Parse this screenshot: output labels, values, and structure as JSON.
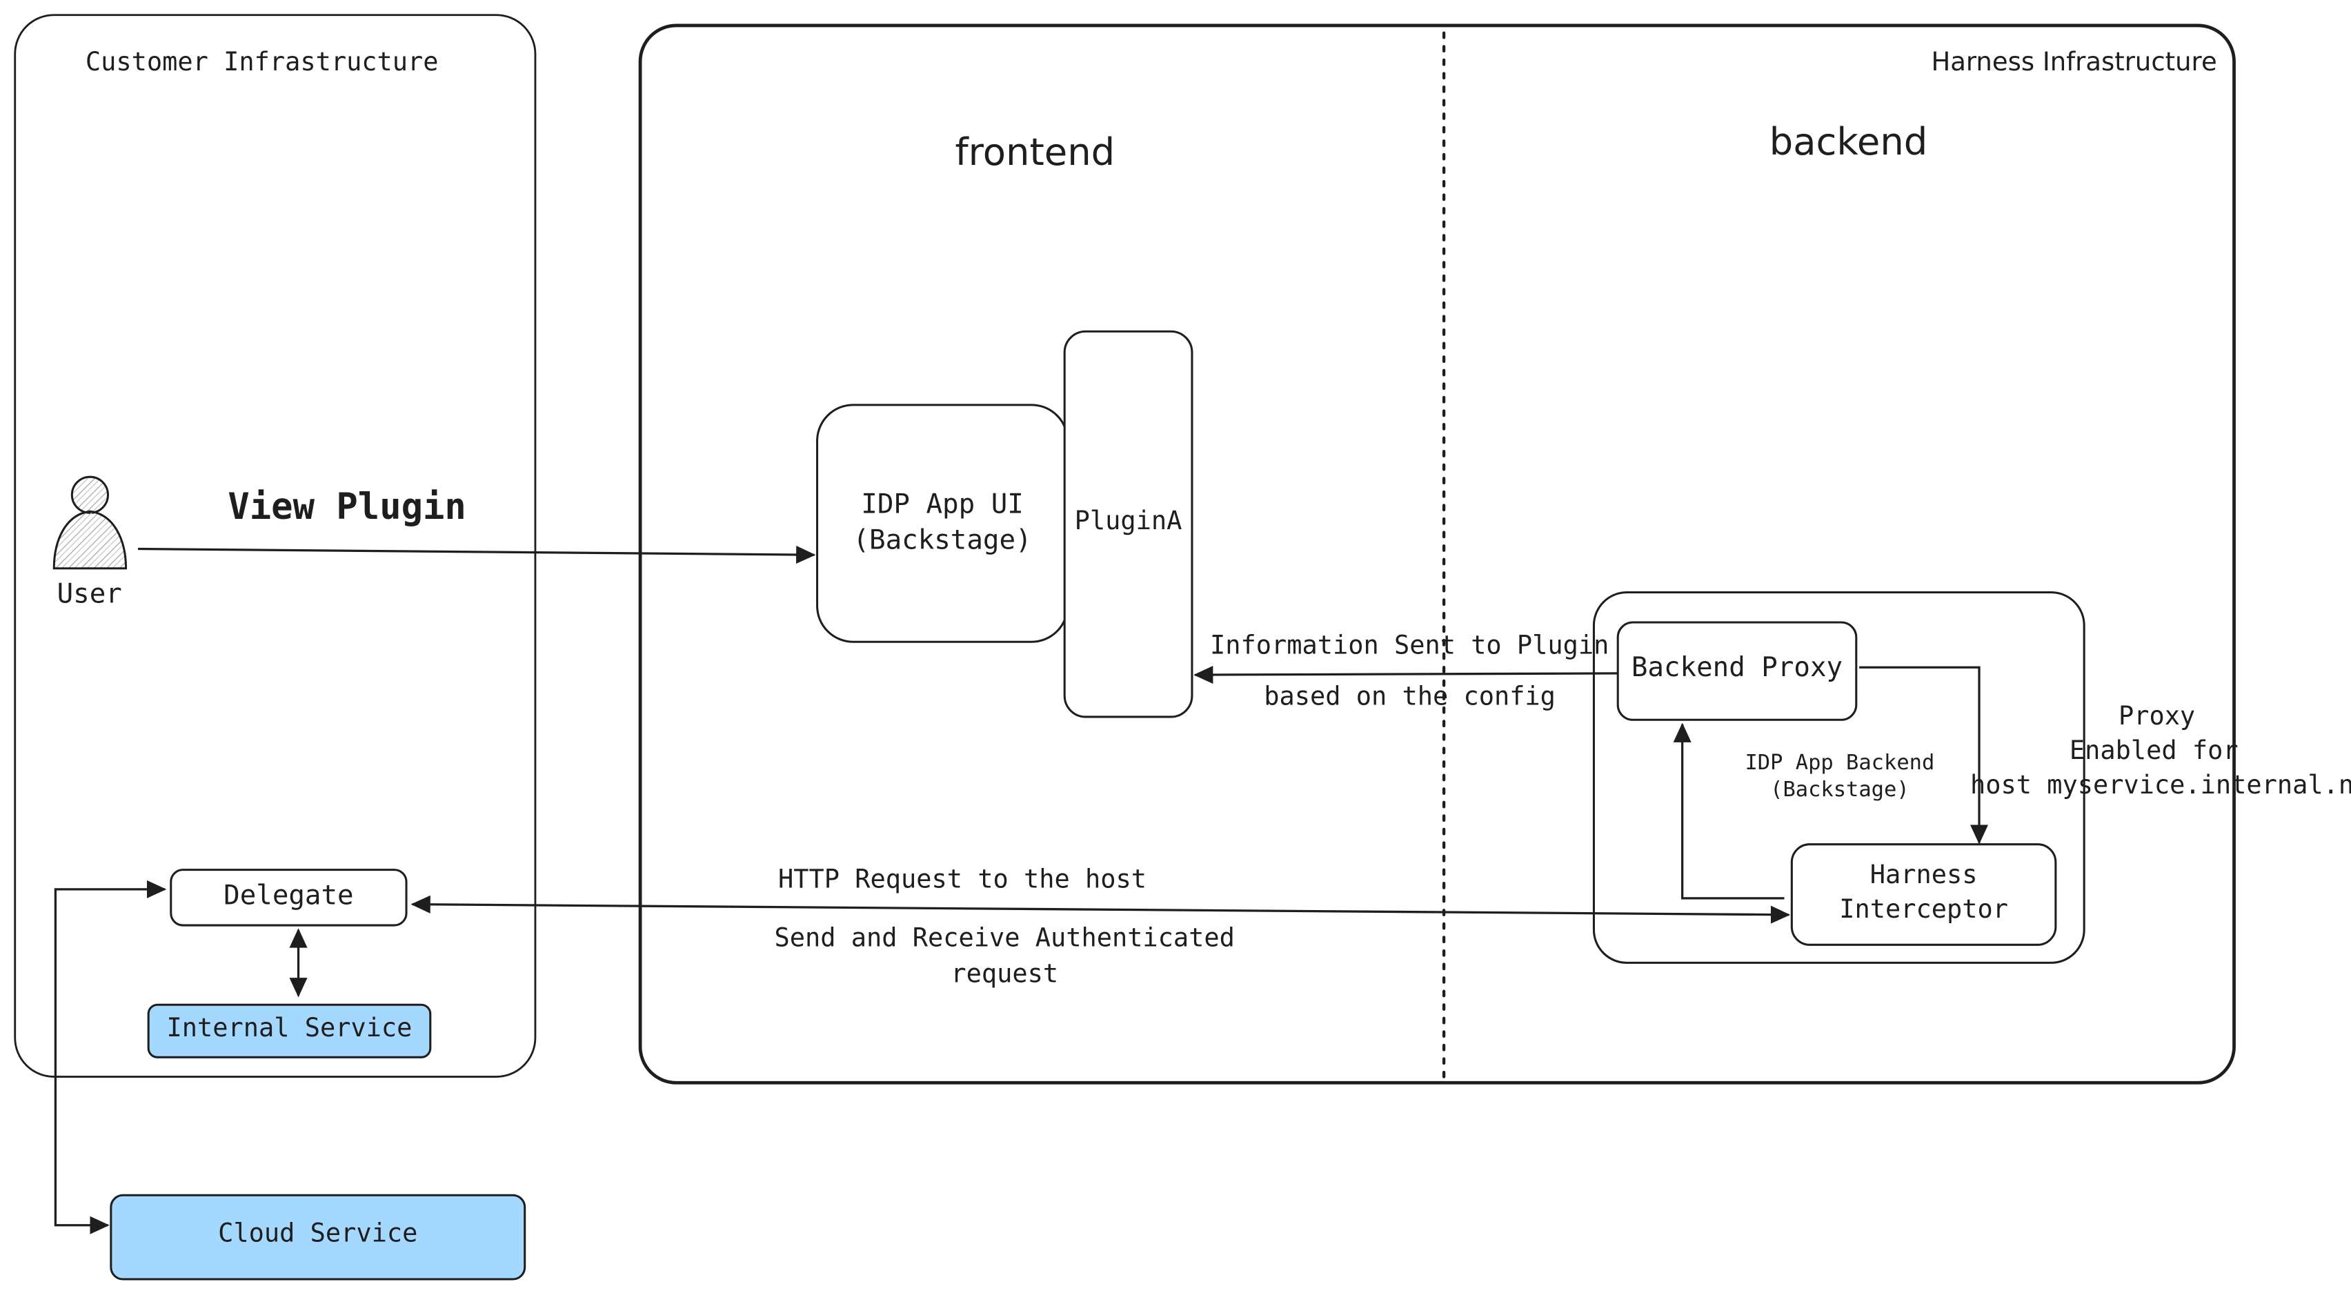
{
  "customer": {
    "title": "Customer Infrastructure",
    "user_label": "User",
    "view_plugin": "View Plugin",
    "delegate": "Delegate",
    "internal_service": "Internal Service",
    "cloud_service": "Cloud Service"
  },
  "harness": {
    "title": "Harness Infrastructure",
    "frontend": "frontend",
    "backend": "backend",
    "idp_app_ui_line1": "IDP App UI",
    "idp_app_ui_line2": "(Backstage)",
    "plugin": "PluginA",
    "info_line1": "Information Sent to Plugin",
    "info_line2": "based on the config",
    "backend_proxy": "Backend Proxy",
    "idp_backend_line1": "IDP App Backend",
    "idp_backend_line2": "(Backstage)",
    "proxy_line1": "Proxy",
    "proxy_line2": "Enabled for",
    "proxy_line3": "host myservice.internal.net",
    "interceptor_line1": "Harness",
    "interceptor_line2": "Interceptor",
    "http_request": "HTTP Request to the host",
    "send_receive_line1": "Send and Receive Authenticated",
    "send_receive_line2": "request"
  },
  "colors": {
    "stroke": "#1e1e1e",
    "service_fill": "#a5d8ff",
    "background": "#ffffff"
  },
  "icons": [
    "user-icon"
  ]
}
